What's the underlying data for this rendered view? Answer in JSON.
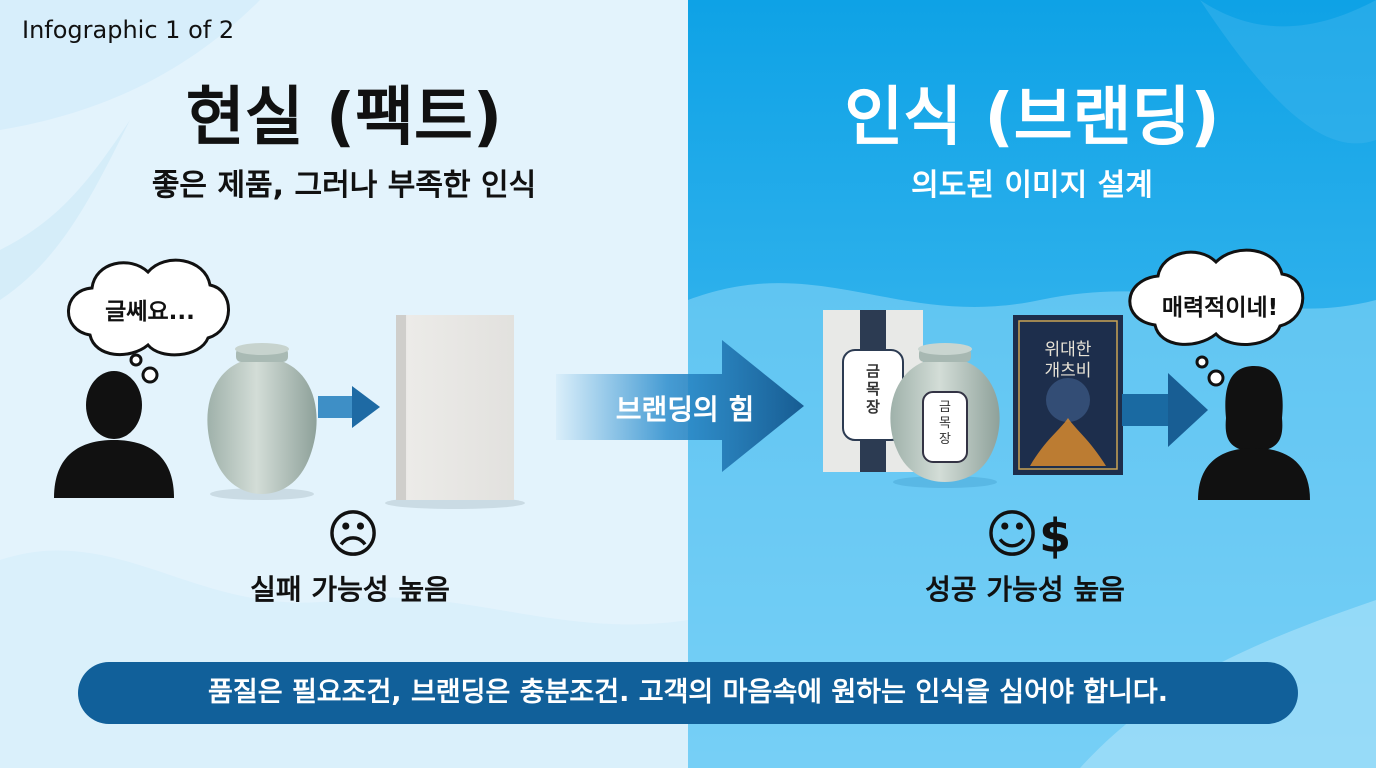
{
  "header": {
    "tag": "Infographic 1 of 2"
  },
  "left": {
    "title": "현실 (팩트)",
    "subtitle": "좋은 제품, 그러나 부족한 인식",
    "bubble": "글쎄요...",
    "face_icon": "frown-face-icon",
    "face_glyph": "☹",
    "outcome": "실패 가능성 높음"
  },
  "center": {
    "arrow_label": "브랜딩의 힘"
  },
  "right": {
    "title": "인식 (브랜딩)",
    "subtitle": "의도된 이미지 설계",
    "bubble": "매력적이네!",
    "face_icon": "smile-face-icon",
    "face_glyph": "☺",
    "money_glyph": "$",
    "outcome": "성공 가능성 높음",
    "box_label": "금\n목\n장",
    "jar_label": "금\n목\n장",
    "book_title": "위대한\n개츠비"
  },
  "footer": {
    "message": "품질은 필요조건, 브랜딩은 충분조건. 고객의 마음속에 원하는 인식을 심어야 합니다."
  },
  "colors": {
    "left_bg": "#e3f3fc",
    "right_bg": "#12a4e8",
    "accent_dark": "#1a6ea8",
    "footer_bg": "#11609a",
    "title_right": "#ffffff"
  }
}
